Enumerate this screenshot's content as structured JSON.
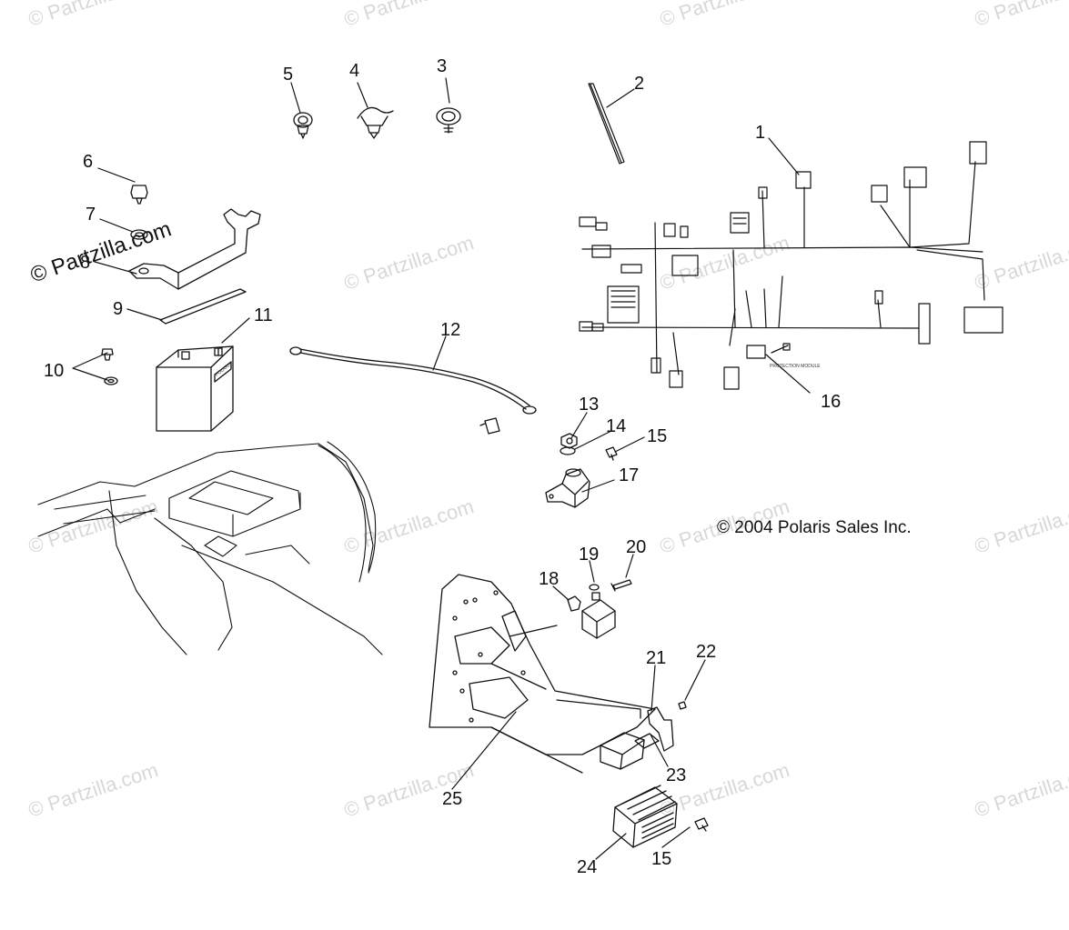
{
  "callouts": [
    {
      "n": "1"
    },
    {
      "n": "2"
    },
    {
      "n": "3"
    },
    {
      "n": "4"
    },
    {
      "n": "5"
    },
    {
      "n": "6"
    },
    {
      "n": "7"
    },
    {
      "n": "8"
    },
    {
      "n": "9"
    },
    {
      "n": "10"
    },
    {
      "n": "11"
    },
    {
      "n": "12"
    },
    {
      "n": "13"
    },
    {
      "n": "14"
    },
    {
      "n": "15"
    },
    {
      "n": "16"
    },
    {
      "n": "17"
    },
    {
      "n": "18"
    },
    {
      "n": "19"
    },
    {
      "n": "20"
    },
    {
      "n": "21"
    },
    {
      "n": "22"
    },
    {
      "n": "23"
    },
    {
      "n": "24"
    },
    {
      "n": "15"
    },
    {
      "n": "25"
    }
  ],
  "copyright": "© 2004 Polaris Sales Inc.",
  "brand_watermark": "© Partzilla.com",
  "watermark_text": "© Partzilla.com",
  "battery_brand": "POLARIS",
  "module_label": "PROTECTION MODULE"
}
